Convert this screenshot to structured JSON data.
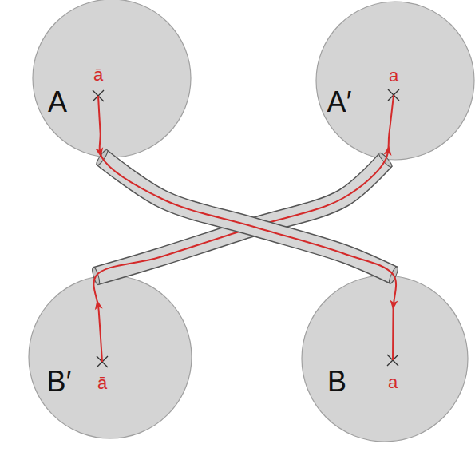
{
  "diagram": {
    "nodes": [
      {
        "text": [
          "A"
        ]
      },
      {
        "text": [
          "A′"
        ]
      },
      {
        "text": [
          "B′"
        ]
      },
      {
        "text": [
          "B"
        ]
      }
    ],
    "edges": [
      {
        "from": 0,
        "to": 3,
        "arrow": "to"
      },
      {
        "from": 2,
        "to": 1,
        "arrow": "to"
      }
    ],
    "labels": [
      "ā",
      "a",
      "ā",
      "a"
    ]
  }
}
